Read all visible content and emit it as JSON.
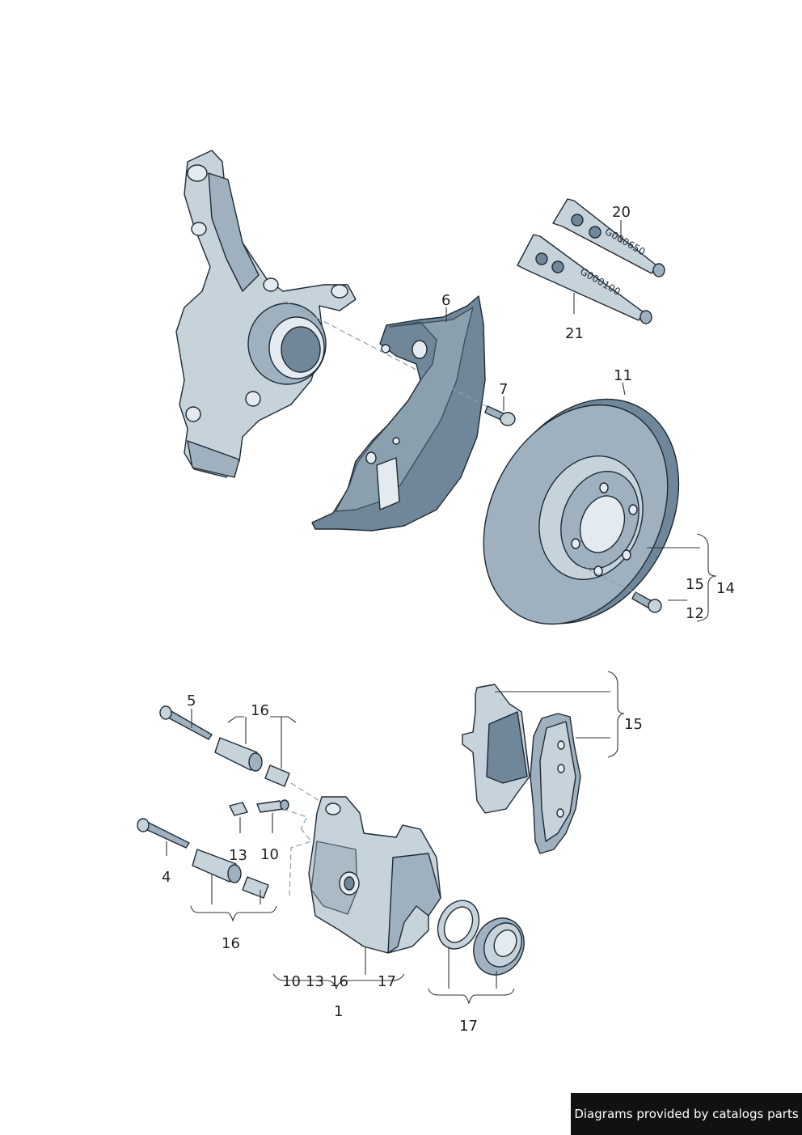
{
  "callouts": {
    "c1": "1",
    "c4": "4",
    "c5": "5",
    "c6": "6",
    "c7": "7",
    "c10a": "10",
    "c10b": "10",
    "c11": "11",
    "c12": "12",
    "c13a": "13",
    "c13b": "13",
    "c14": "14",
    "c15a": "15",
    "c15b": "15",
    "c16a": "16",
    "c16b": "16",
    "c16c": "16",
    "c17a": "17",
    "c17b": "17",
    "c20": "20",
    "c21": "21"
  },
  "tubes": {
    "upper": "G000650",
    "lower": "G000100"
  },
  "watermark": "Diagrams provided by catalogs parts"
}
